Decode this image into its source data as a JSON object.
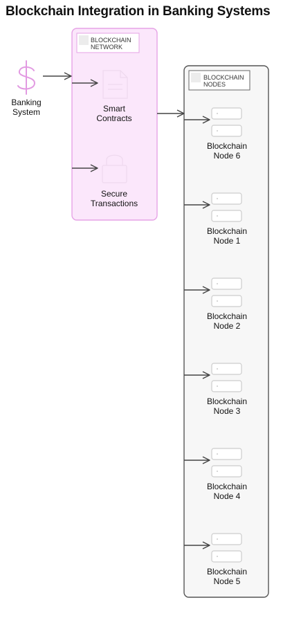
{
  "title": "Blockchain Integration in Banking Systems",
  "banking": {
    "icon": "dollar-icon",
    "label_1": "Banking",
    "label_2": "System"
  },
  "network": {
    "tag_1": "BLOCKCHAIN",
    "tag_2": "NETWORK",
    "contracts": {
      "icon": "document-icon",
      "label_1": "Smart",
      "label_2": "Contracts"
    },
    "secure": {
      "icon": "lock-icon",
      "label_1": "Secure",
      "label_2": "Transactions"
    }
  },
  "nodes_group": {
    "tag_1": "BLOCKCHAIN",
    "tag_2": "NODES",
    "nodes": [
      {
        "label_1": "Blockchain",
        "label_2": "Node 6",
        "icon": "server-icon"
      },
      {
        "label_1": "Blockchain",
        "label_2": "Node 1",
        "icon": "server-icon"
      },
      {
        "label_1": "Blockchain",
        "label_2": "Node 2",
        "icon": "server-icon"
      },
      {
        "label_1": "Blockchain",
        "label_2": "Node 3",
        "icon": "server-icon"
      },
      {
        "label_1": "Blockchain",
        "label_2": "Node 4",
        "icon": "server-icon"
      },
      {
        "label_1": "Blockchain",
        "label_2": "Node 5",
        "icon": "server-icon"
      }
    ]
  },
  "colors": {
    "network_fill": "#fbe7fb",
    "network_stroke": "#e6a3e6",
    "dollar": "#e29ae2",
    "nodes_fill": "#f7f7f7",
    "nodes_stroke": "#555555",
    "arrow": "#444444"
  }
}
